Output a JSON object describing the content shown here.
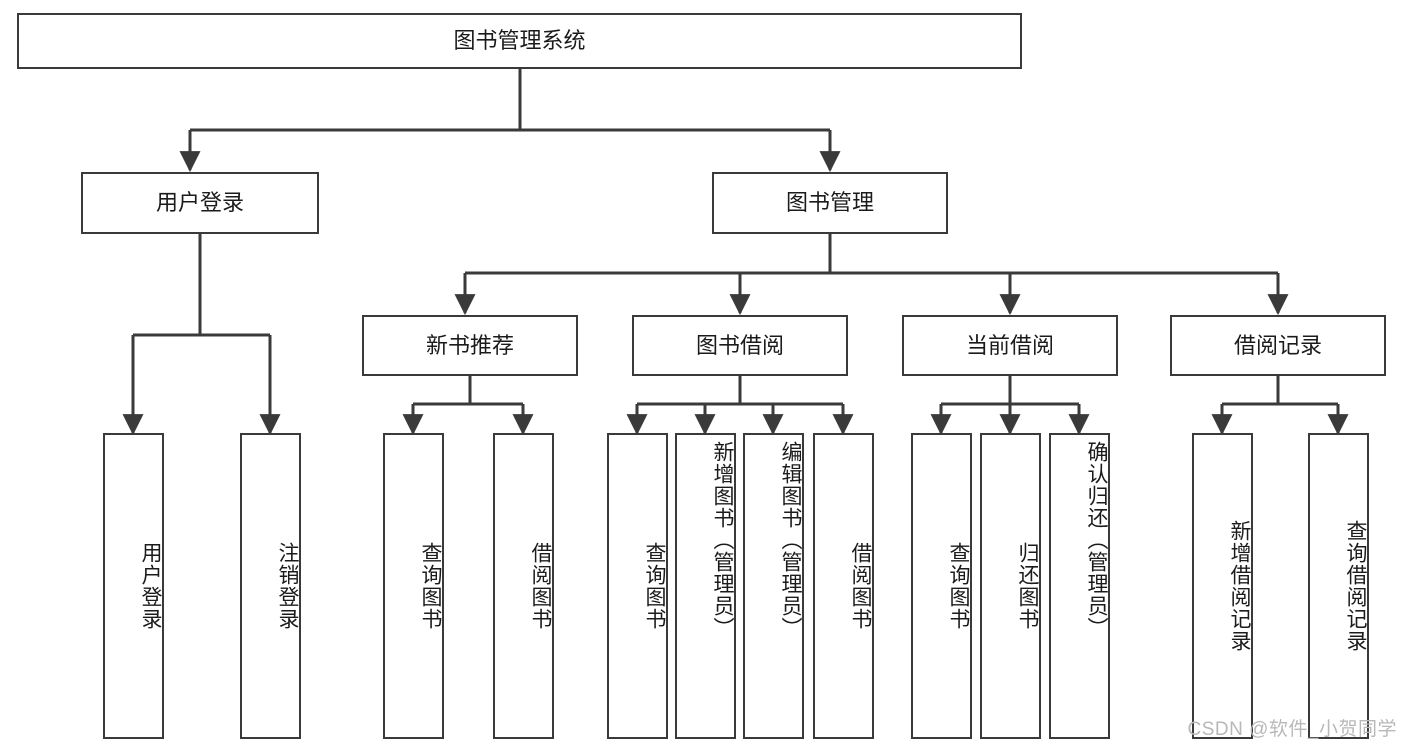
{
  "diagram": {
    "title": "图书管理系统",
    "watermark": "CSDN @软件_小贺同学",
    "stroke_color": "#3a3a3a",
    "text_color": "#1b1b1b",
    "background": "#ffffff",
    "levels": {
      "level1": {
        "label": "图书管理系统"
      },
      "level2": [
        {
          "id": "user-login",
          "label": "用户登录"
        },
        {
          "id": "book-management",
          "label": "图书管理"
        }
      ],
      "level3": [
        {
          "id": "new-book-recommend",
          "label": "新书推荐"
        },
        {
          "id": "book-borrow",
          "label": "图书借阅"
        },
        {
          "id": "current-borrow",
          "label": "当前借阅"
        },
        {
          "id": "borrow-record",
          "label": "借阅记录"
        }
      ],
      "level4": {
        "user_login": [
          {
            "id": "leaf-user-login",
            "label": "用户登录"
          },
          {
            "id": "leaf-logout",
            "label": "注销登录"
          }
        ],
        "new_book_recommend": [
          {
            "id": "leaf-query-book-1",
            "label": "查询图书"
          },
          {
            "id": "leaf-borrow-book-1",
            "label": "借阅图书"
          }
        ],
        "book_borrow": [
          {
            "id": "leaf-query-book-2",
            "label": "查询图书"
          },
          {
            "id": "leaf-add-book",
            "label": "新增图书（管理员）"
          },
          {
            "id": "leaf-edit-book",
            "label": "编辑图书（管理员）"
          },
          {
            "id": "leaf-borrow-book-2",
            "label": "借阅图书"
          }
        ],
        "current_borrow": [
          {
            "id": "leaf-query-book-3",
            "label": "查询图书"
          },
          {
            "id": "leaf-return-book",
            "label": "归还图书"
          },
          {
            "id": "leaf-confirm-return",
            "label": "确认归还（管理员）"
          }
        ],
        "borrow_record": [
          {
            "id": "leaf-add-record",
            "label": "新增借阅记录"
          },
          {
            "id": "leaf-query-record",
            "label": "查询借阅记录"
          }
        ]
      }
    }
  }
}
